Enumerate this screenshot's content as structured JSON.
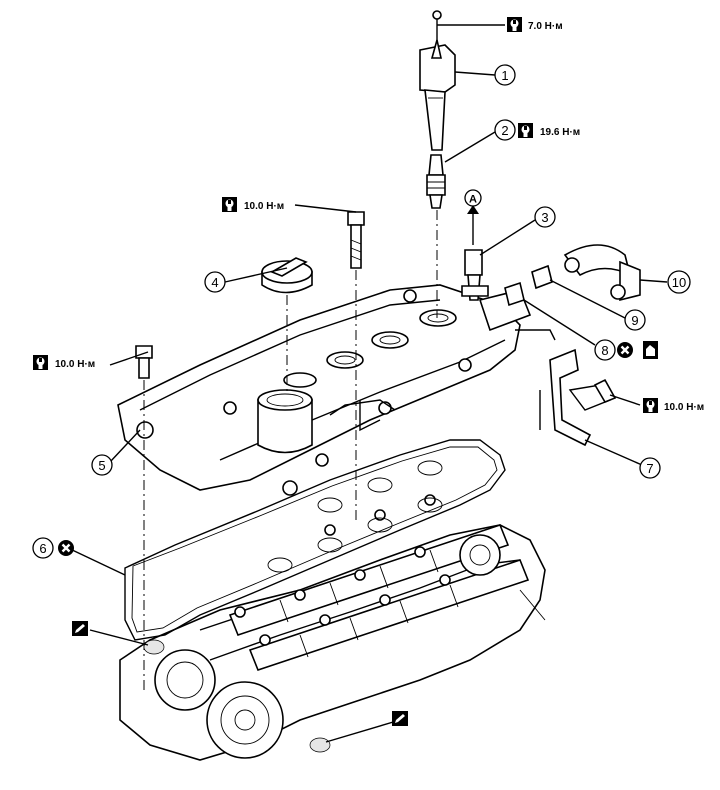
{
  "torques": {
    "coil_bolt": "7.0 Н·м",
    "spark_plug": "19.6 Н·м",
    "cover_bolt_top": "10.0 Н·м",
    "cover_bolt_left": "10.0 Н·м",
    "bracket_bolt": "10.0 Н·м"
  },
  "callouts": {
    "c1": "1",
    "c2": "2",
    "c3": "3",
    "c4": "4",
    "c5": "5",
    "c6": "6",
    "c7": "7",
    "c8": "8",
    "c9": "9",
    "c10": "10"
  },
  "arrow_label": "A",
  "icons": {
    "torque": "torque-wrench-icon",
    "replace": "do-not-reuse-x-icon",
    "oil": "oil-can-icon",
    "sealant": "liquid-gasket-icon"
  }
}
